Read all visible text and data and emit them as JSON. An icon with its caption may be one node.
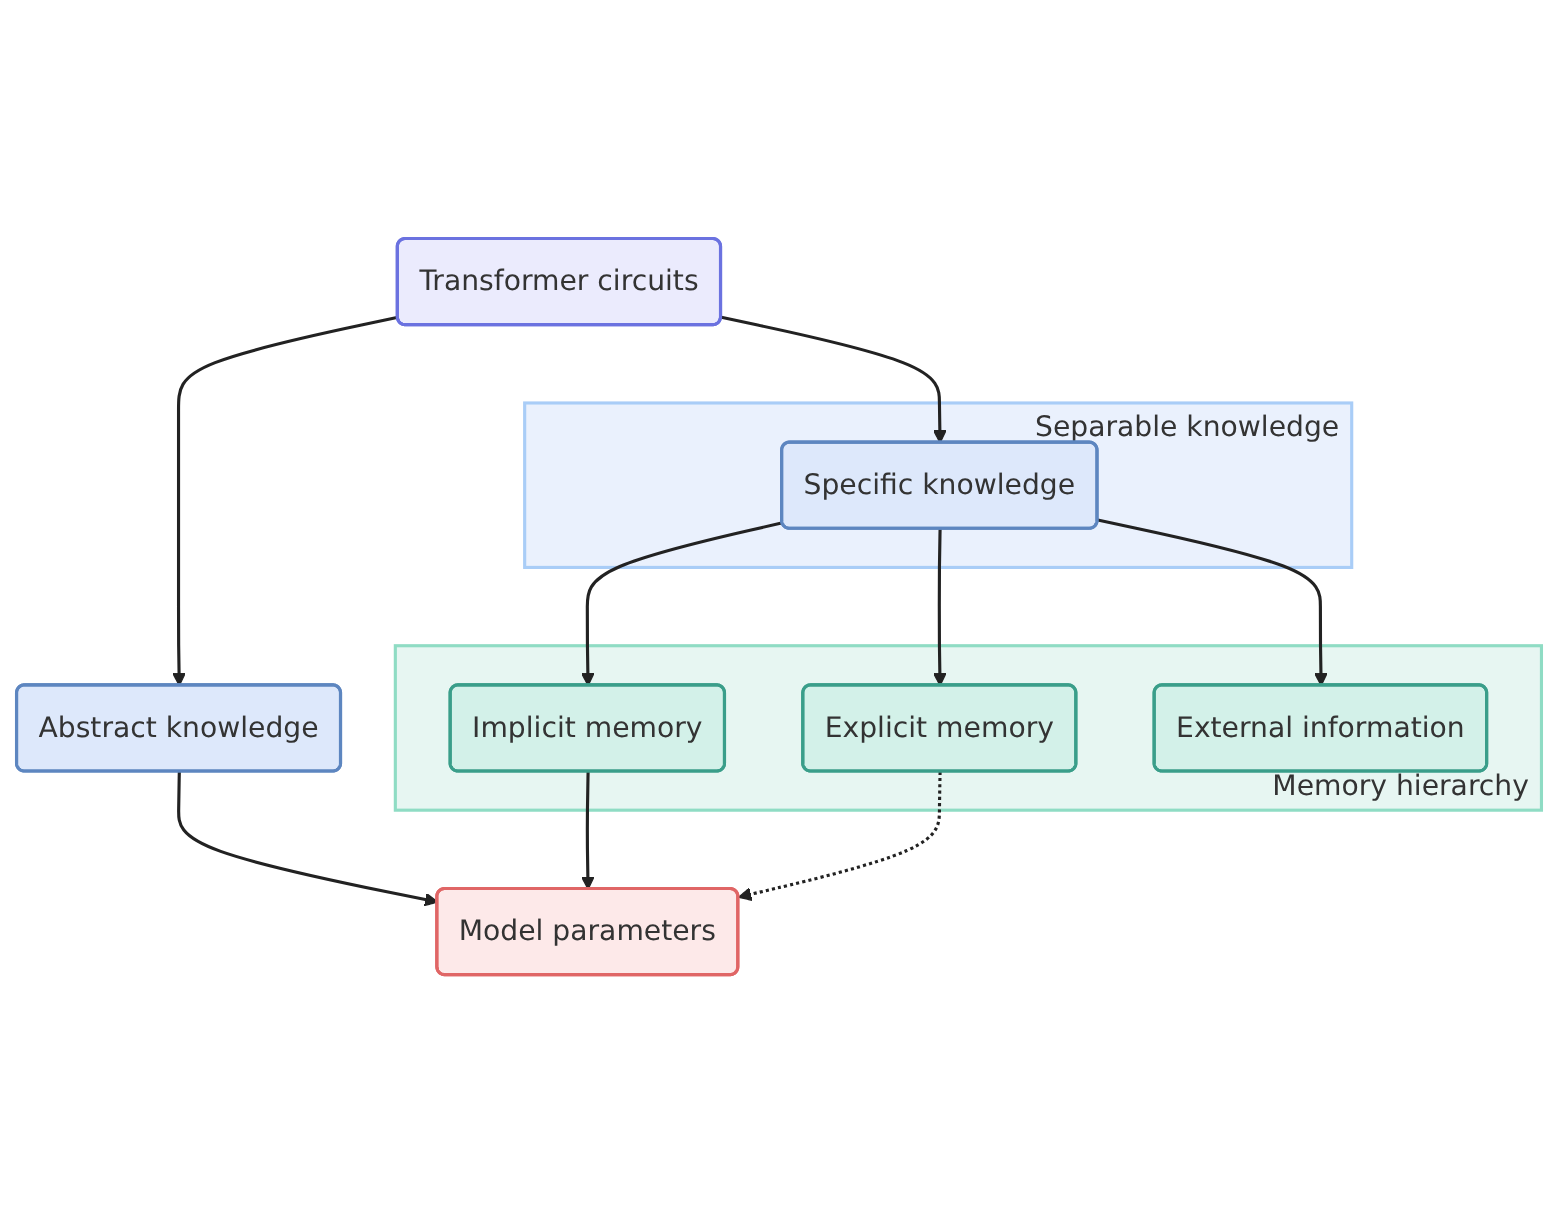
{
  "diagram": {
    "nodes": [
      {
        "text": [
          "Transformer circuits"
        ]
      },
      {
        "text": [
          "Abstract knowledge"
        ]
      },
      {
        "text": [
          "Separable knowledge"
        ]
      },
      {
        "text": [
          "Specific knowledge"
        ],
        "in": 2
      },
      {
        "text": [
          "Memory hierarchy"
        ]
      },
      {
        "text": [
          "Implicit memory"
        ],
        "in": 4
      },
      {
        "text": [
          "Explicit memory"
        ],
        "in": 4
      },
      {
        "text": [
          "External information"
        ],
        "in": 4
      },
      {
        "text": [
          "Model parameters"
        ]
      }
    ],
    "edges": [
      {
        "from": 0,
        "to": 1,
        "arrow": "to"
      },
      {
        "from": 0,
        "to": 3,
        "arrow": "to"
      },
      {
        "from": 3,
        "to": 5,
        "arrow": "to"
      },
      {
        "from": 3,
        "to": 6,
        "arrow": "to"
      },
      {
        "from": 3,
        "to": 7,
        "arrow": "to"
      },
      {
        "from": 1,
        "to": 8,
        "arrow": "to"
      },
      {
        "from": 5,
        "to": 8,
        "arrow": "to"
      },
      {
        "from": 6,
        "to": 8,
        "arrow": "to",
        "style": "dashed"
      }
    ]
  }
}
